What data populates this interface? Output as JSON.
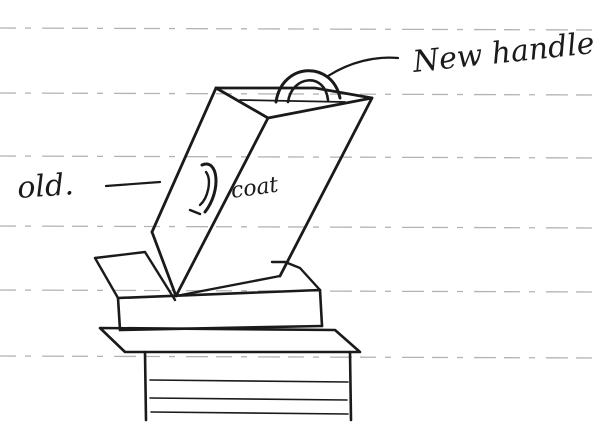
{
  "annotations": {
    "new_handle": "New handle",
    "old": "old.",
    "coat": "coat"
  },
  "ink_color": "#1a1a1a",
  "ruled_line_color": "#9a9a9a"
}
